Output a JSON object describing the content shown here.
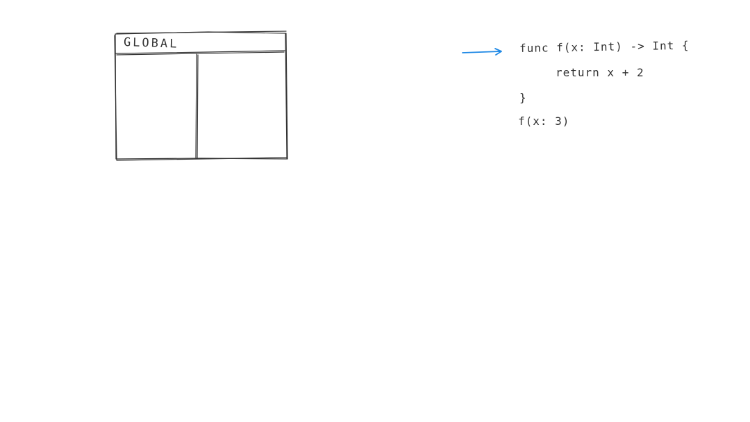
{
  "stack_frame": {
    "title": "GLOBAL"
  },
  "code": {
    "lines": [
      "func f(x: Int) -> Int {",
      "return x + 2",
      "}",
      "f(x: 3)"
    ]
  },
  "colors": {
    "ink": "#333333",
    "arrow": "#1e88e5",
    "background": "#ffffff"
  }
}
